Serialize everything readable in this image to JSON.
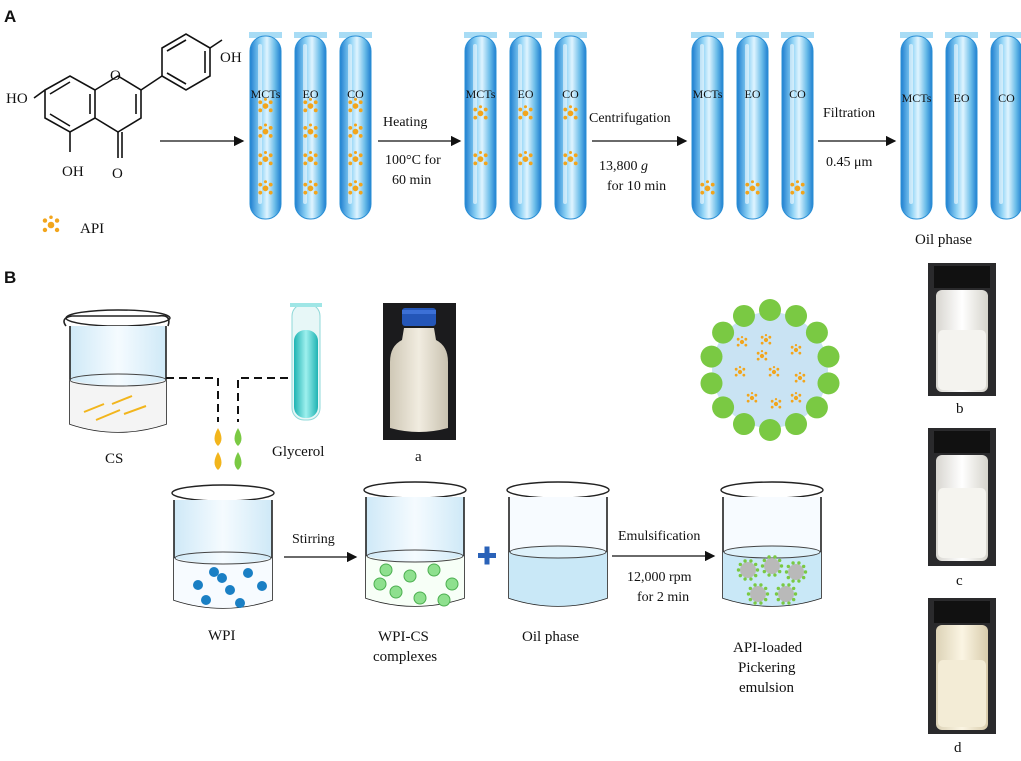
{
  "panels": {
    "a_label": "A",
    "b_label": "B"
  },
  "molecule": {
    "oh_top": "OH",
    "ho_left": "HO",
    "oh_bottom": "OH",
    "o_ring": "O",
    "o_carbonyl": "O"
  },
  "legend": {
    "api_label": "API"
  },
  "tube_labels": [
    "MCTs",
    "EO",
    "CO"
  ],
  "steps_a": [
    {
      "name": "Heating",
      "line1": "100°C for",
      "line2": "60 min"
    },
    {
      "name": "Centrifugation",
      "line1_value": "13,800 ",
      "line1_unit": "g",
      "line2": "for 10 min"
    },
    {
      "name": "Filtration",
      "line1": "0.45 μm"
    }
  ],
  "oil_phase_label_a": "Oil phase",
  "panel_b": {
    "cs_label": "CS",
    "glycerol_label": "Glycerol",
    "photo_a_label": "a",
    "wpi_label": "WPI",
    "stirring_label": "Stirring",
    "complex_line1": "WPI-CS",
    "complex_line2": "complexes",
    "oil_label": "Oil phase",
    "emul_label": "Emulsification",
    "emul_line1": "12,000 rpm",
    "emul_line2": "for 2 min",
    "result_line1": "API-loaded",
    "result_line2": "Pickering",
    "result_line3": "emulsion",
    "photo_b_label": "b",
    "photo_c_label": "c",
    "photo_d_label": "d"
  },
  "colors": {
    "tube_blue": "#2a8fd6",
    "api_orange": "#f2a51c",
    "wpi_blue": "#1a7fc4",
    "complex_green": "#8ee08e",
    "oil_blue": "#c9e8f7",
    "glycerol_teal": "#39c6c6",
    "shell_green": "#7ac943"
  }
}
